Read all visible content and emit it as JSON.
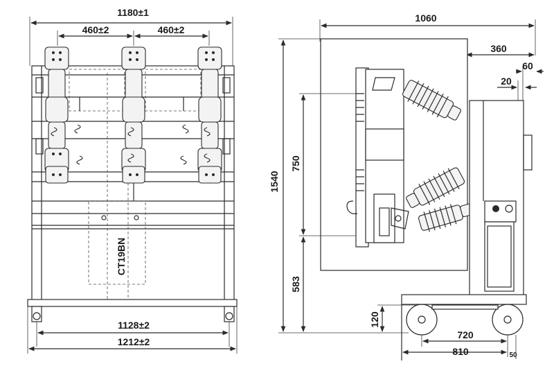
{
  "dimensions": {
    "front_overall_width": "1180±1",
    "front_pole_spacing_left": "460±2",
    "front_pole_spacing_right": "460±2",
    "front_wheel_span_inner": "1128±2",
    "front_wheel_span_outer": "1212±2",
    "side_overall_depth": "1060",
    "side_contact_offset": "360",
    "side_small_60": "60",
    "side_small_20": "20",
    "side_total_height": "1540",
    "side_contact_spacing": "750",
    "side_lower_height": "583",
    "side_wheel_height": "120",
    "side_wheel_span_720": "720",
    "side_wheel_span_810": "810",
    "side_small_50": "50"
  },
  "labels": {
    "mechanism_model": "CT19BN"
  },
  "colors": {
    "line": "#2a2a2a",
    "insulator_fill": "#f3f3f3",
    "background": "#ffffff"
  }
}
